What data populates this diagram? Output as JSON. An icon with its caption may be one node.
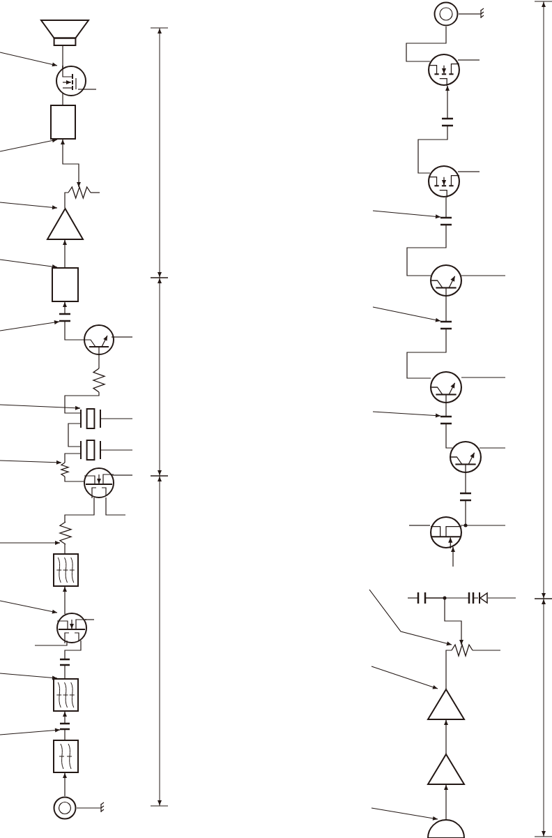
{
  "diagram": {
    "nodes": [
      {
        "text": [],
        "shape": "speaker"
      },
      {
        "text": [],
        "shape": "transistor"
      },
      {
        "text": [],
        "shape": "box"
      },
      {
        "text": [],
        "shape": "resistor"
      },
      {
        "text": [],
        "shape": "triangle"
      },
      {
        "text": [],
        "shape": "box"
      },
      {
        "text": [],
        "shape": "capacitor"
      },
      {
        "text": [],
        "shape": "transistor"
      },
      {
        "text": [],
        "shape": "resistor"
      },
      {
        "text": [],
        "shape": "crystal"
      },
      {
        "text": [],
        "shape": "crystal"
      },
      {
        "text": [],
        "shape": "resistor"
      },
      {
        "text": [],
        "shape": "transistor"
      },
      {
        "text": [],
        "shape": "resistor"
      },
      {
        "text": [],
        "shape": "filter"
      },
      {
        "text": [],
        "shape": "transistor"
      },
      {
        "text": [],
        "shape": "capacitor"
      },
      {
        "text": [],
        "shape": "filter"
      },
      {
        "text": [],
        "shape": "capacitor"
      },
      {
        "text": [],
        "shape": "filter"
      },
      {
        "text": [],
        "shape": "connector"
      },
      {
        "text": [],
        "shape": "connector"
      },
      {
        "text": [],
        "shape": "transistor"
      },
      {
        "text": [],
        "shape": "capacitor"
      },
      {
        "text": [],
        "shape": "transistor"
      },
      {
        "text": [],
        "shape": "capacitor"
      },
      {
        "text": [],
        "shape": "transistor"
      },
      {
        "text": [],
        "shape": "capacitor"
      },
      {
        "text": [],
        "shape": "transistor"
      },
      {
        "text": [],
        "shape": "capacitor"
      },
      {
        "text": [],
        "shape": "transistor"
      },
      {
        "text": [],
        "shape": "capacitor"
      },
      {
        "text": [],
        "shape": "transistor"
      },
      {
        "text": [],
        "shape": "capacitor"
      },
      {
        "text": [],
        "shape": "capacitor"
      },
      {
        "text": [],
        "shape": "diode"
      },
      {
        "text": [],
        "shape": "resistor"
      },
      {
        "text": [],
        "shape": "triangle"
      },
      {
        "text": [],
        "shape": "triangle"
      },
      {
        "text": [],
        "shape": "microphone"
      }
    ],
    "edges": [
      {
        "from": 20,
        "to": 19,
        "arrow": "to"
      },
      {
        "from": 19,
        "to": 18,
        "arrow": "none"
      },
      {
        "from": 18,
        "to": 17,
        "arrow": "to"
      },
      {
        "from": 17,
        "to": 16,
        "arrow": "none"
      },
      {
        "from": 16,
        "to": 15,
        "arrow": "none"
      },
      {
        "from": 15,
        "to": 14,
        "arrow": "to"
      },
      {
        "from": 14,
        "to": 13,
        "arrow": "none"
      },
      {
        "from": 13,
        "to": 12,
        "arrow": "none"
      },
      {
        "from": 12,
        "to": 11,
        "arrow": "none"
      },
      {
        "from": 11,
        "to": 10,
        "arrow": "none"
      },
      {
        "from": 10,
        "to": 9,
        "arrow": "none"
      },
      {
        "from": 9,
        "to": 8,
        "arrow": "none"
      },
      {
        "from": 8,
        "to": 7,
        "arrow": "none"
      },
      {
        "from": 7,
        "to": 6,
        "arrow": "none"
      },
      {
        "from": 6,
        "to": 5,
        "arrow": "to"
      },
      {
        "from": 5,
        "to": 4,
        "arrow": "to"
      },
      {
        "from": 4,
        "to": 3,
        "arrow": "none"
      },
      {
        "from": 3,
        "to": 2,
        "arrow": "both"
      },
      {
        "from": 2,
        "to": 1,
        "arrow": "none"
      },
      {
        "from": 1,
        "to": 0,
        "arrow": "none"
      },
      {
        "from": null,
        "to": 1,
        "arrow": "to"
      },
      {
        "from": null,
        "to": 2,
        "arrow": "to"
      },
      {
        "from": null,
        "to": 4,
        "arrow": "to"
      },
      {
        "from": null,
        "to": 5,
        "arrow": "to"
      },
      {
        "from": null,
        "to": 6,
        "arrow": "to"
      },
      {
        "from": null,
        "to": 9,
        "arrow": "to"
      },
      {
        "from": null,
        "to": 11,
        "arrow": "to"
      },
      {
        "from": null,
        "to": 13,
        "arrow": "to"
      },
      {
        "from": null,
        "to": 15,
        "arrow": "to"
      },
      {
        "from": null,
        "to": 17,
        "arrow": "to"
      },
      {
        "from": null,
        "to": 18,
        "arrow": "to"
      },
      {
        "from": 23,
        "to": 22,
        "arrow": "to"
      },
      {
        "from": 22,
        "to": 21,
        "arrow": "none"
      },
      {
        "from": 24,
        "to": 23,
        "arrow": "none"
      },
      {
        "from": 25,
        "to": 24,
        "arrow": "none"
      },
      {
        "from": 26,
        "to": 25,
        "arrow": "none"
      },
      {
        "from": 27,
        "to": 26,
        "arrow": "none"
      },
      {
        "from": 28,
        "to": 27,
        "arrow": "none"
      },
      {
        "from": 29,
        "to": 28,
        "arrow": "none"
      },
      {
        "from": 30,
        "to": 29,
        "arrow": "none"
      },
      {
        "from": 31,
        "to": 30,
        "arrow": "none"
      },
      {
        "from": 32,
        "to": 31,
        "arrow": "none"
      },
      {
        "from": 33,
        "to": 34,
        "arrow": "none"
      },
      {
        "from": 34,
        "to": 35,
        "arrow": "none"
      },
      {
        "from": 33,
        "to": 36,
        "arrow": "to"
      },
      {
        "from": 36,
        "to": 37,
        "arrow": "none"
      },
      {
        "from": 38,
        "to": 37,
        "arrow": "to"
      },
      {
        "from": 39,
        "to": 38,
        "arrow": "to"
      },
      {
        "from": null,
        "to": 32,
        "arrow": "to"
      },
      {
        "from": null,
        "to": 25,
        "arrow": "to"
      },
      {
        "from": null,
        "to": 27,
        "arrow": "to"
      },
      {
        "from": null,
        "to": 29,
        "arrow": "to"
      },
      {
        "from": null,
        "to": 36,
        "arrow": "to"
      },
      {
        "from": null,
        "to": 37,
        "arrow": "to"
      },
      {
        "from": null,
        "to": 39,
        "arrow": "to"
      }
    ]
  }
}
